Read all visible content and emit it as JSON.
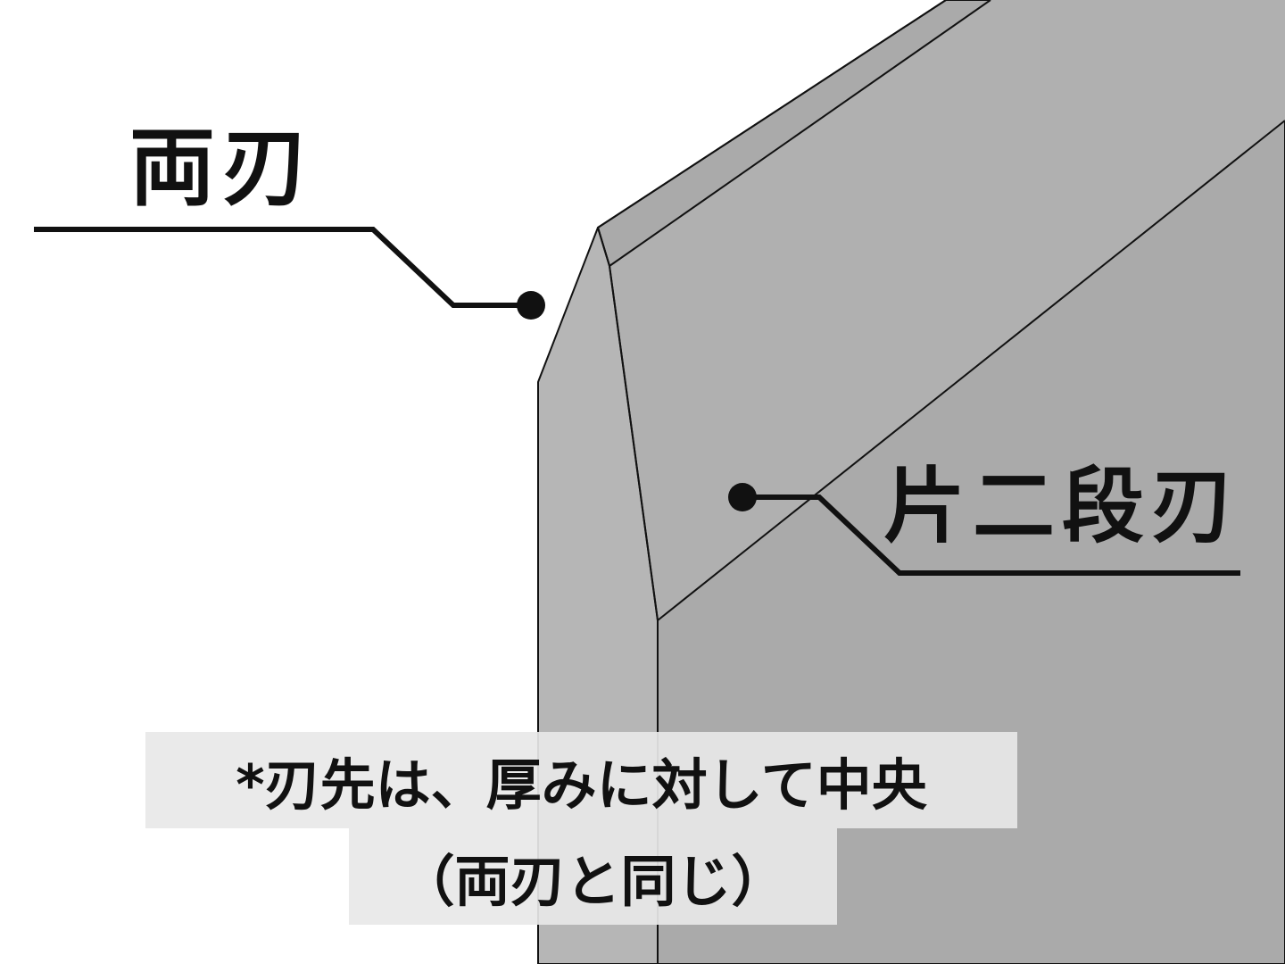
{
  "labels": {
    "double_edge": "両刃",
    "single_two_step_edge": "片二段刃"
  },
  "note": {
    "line1": "*刃先は、厚みに対して中央",
    "line2": "（両刃と同じ）"
  },
  "colors": {
    "blade_front": "#b4b4b4",
    "blade_side": "#aaaaaa",
    "outline": "#111111",
    "leader": "#111111",
    "caption_bg": "#e8e8e8",
    "background": "#ffffff"
  }
}
